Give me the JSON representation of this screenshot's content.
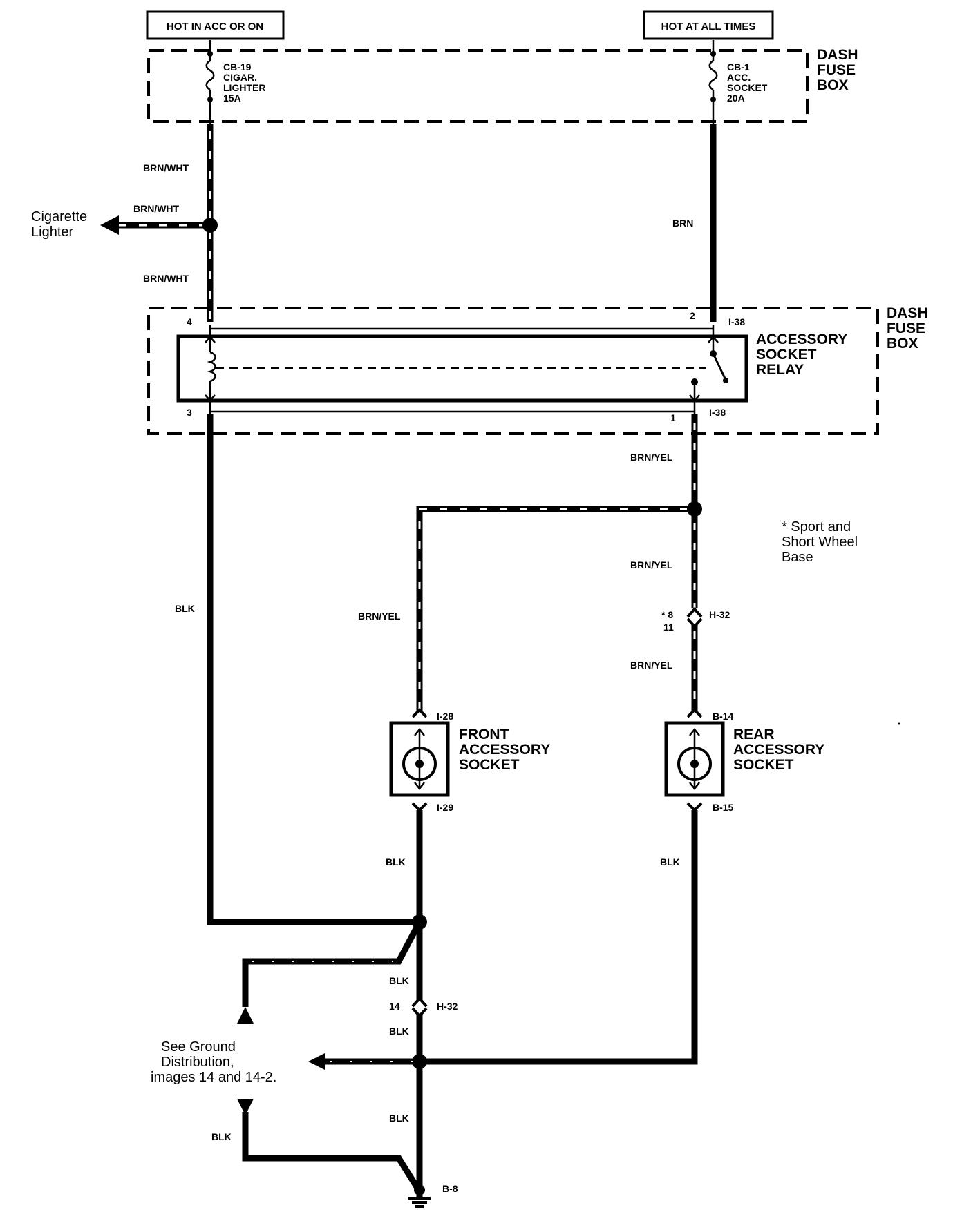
{
  "power_labels": {
    "left": "HOT IN ACC OR ON",
    "right": "HOT AT ALL TIMES"
  },
  "dash_fuse_box_top": {
    "label": [
      "DASH",
      "FUSE",
      "BOX"
    ]
  },
  "fuses": [
    {
      "lines": [
        "CB-19",
        "CIGAR.",
        "LIGHTER",
        "15A"
      ]
    },
    {
      "lines": [
        "CB-1",
        "ACC.",
        "SOCKET",
        "20A"
      ]
    }
  ],
  "wires": {
    "brn_wht_1": "BRN/WHT",
    "brn_wht_2": "BRN/WHT",
    "brn_wht_3": "BRN/WHT",
    "brn": "BRN",
    "blk_main": "BLK",
    "brn_yel_1": "BRN/YEL",
    "brn_yel_2": "BRN/YEL",
    "brn_yel_3": "BRN/YEL",
    "brn_yel_front": "BRN/YEL",
    "blk_front": "BLK",
    "blk_rear": "BLK",
    "blk_1": "BLK",
    "blk_2": "BLK",
    "blk_3": "BLK",
    "blk_ground": "BLK"
  },
  "cigarette_lighter": [
    "Cigarette",
    "Lighter"
  ],
  "relay": {
    "label": [
      "ACCESSORY",
      "SOCKET",
      "RELAY"
    ],
    "pin_4": "4",
    "pin_2": "2",
    "pin_3": "3",
    "pin_1": "1",
    "connector_top": "I-38",
    "connector_bottom": "I-38"
  },
  "dash_fuse_box_relay": {
    "label": [
      "DASH",
      "FUSE",
      "BOX"
    ]
  },
  "note": [
    "* Sport and",
    "Short Wheel",
    "Base"
  ],
  "h32_upper": {
    "pin_a": "* 8",
    "pin_b": "11",
    "connector": "H-32"
  },
  "front_socket": {
    "label": [
      "FRONT",
      "ACCESSORY",
      "SOCKET"
    ],
    "connector_top": "I-28",
    "connector_bottom": "I-29"
  },
  "rear_socket": {
    "label": [
      "REAR",
      "ACCESSORY",
      "SOCKET"
    ],
    "connector_top": "B-14",
    "connector_bottom": "B-15"
  },
  "h32_lower": {
    "pin": "14",
    "connector": "H-32"
  },
  "ground_note": [
    "See Ground",
    "Distribution,",
    "images  14 and 14-2."
  ],
  "ground_connector": "B-8"
}
